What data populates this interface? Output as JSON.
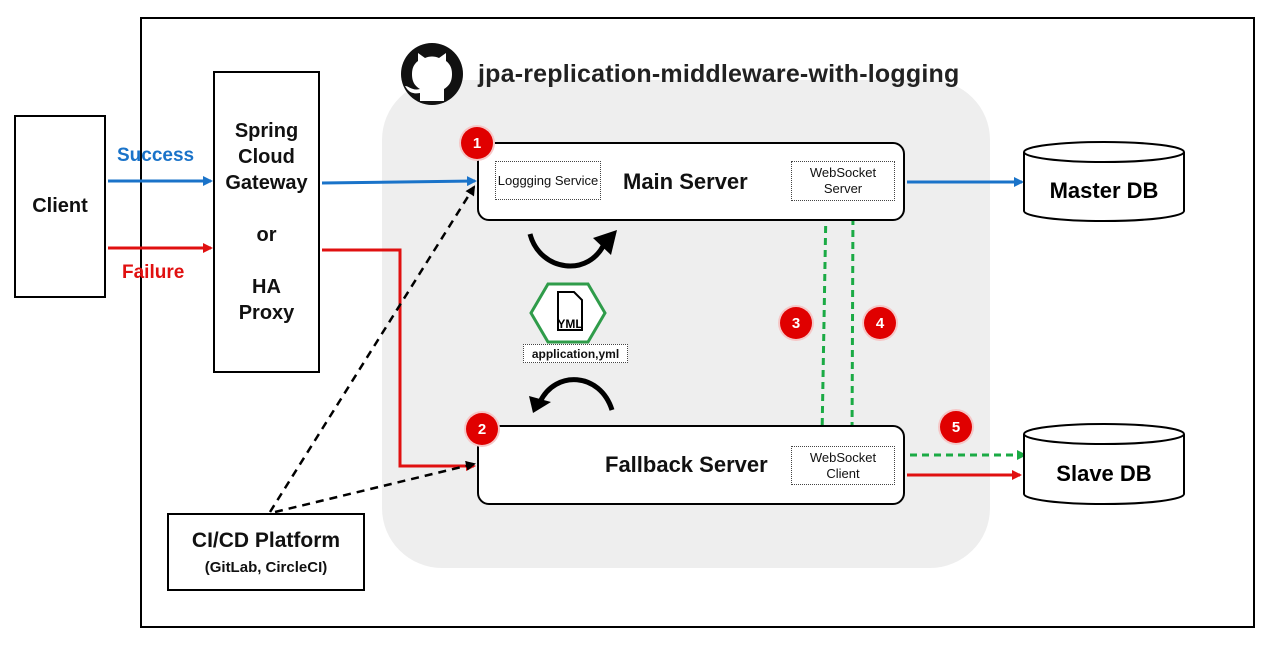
{
  "title": "jpa-replication-middleware-with-logging",
  "client": {
    "label": "Client"
  },
  "edges": {
    "success_label": "Success",
    "failure_label": "Failure"
  },
  "gateway": {
    "line1": "Spring",
    "line2": "Cloud",
    "line3": "Gateway",
    "line4": "or",
    "line5": "HA",
    "line6": "Proxy"
  },
  "main_server": {
    "label": "Main Server",
    "logging": "Loggging Service",
    "websocket": "WebSocket Server"
  },
  "fallback_server": {
    "label": "Fallback Server",
    "websocket": "WebSocket Client"
  },
  "yml": {
    "icon_text": "YML",
    "caption": "application,yml"
  },
  "databases": {
    "master": "Master DB",
    "slave": "Slave DB"
  },
  "cicd": {
    "title": "CI/CD Platform",
    "subtitle": "(GitLab, CircleCI)"
  },
  "badges": [
    "1",
    "2",
    "3",
    "4",
    "5"
  ],
  "colors": {
    "success": "#1a73c9",
    "failure": "#e01010",
    "websocket": "#1aaa44",
    "badge": "#e00000",
    "yml": "#2f9c4a"
  }
}
